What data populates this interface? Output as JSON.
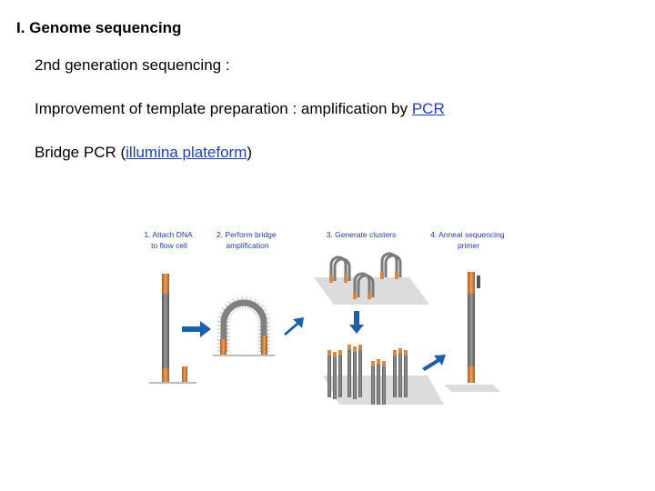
{
  "title": "I. Genome sequencing",
  "line1": "2nd generation sequencing :",
  "line2": {
    "prefix": "Improvement of template preparation : amplification by ",
    "link": "PCR"
  },
  "line3": {
    "prefix": "Bridge PCR (",
    "link": "illumina plateform",
    "suffix": ")"
  },
  "diagram": {
    "steps": [
      {
        "line1": "1. Attach DNA",
        "line2": "to flow cell"
      },
      {
        "line1": "2. Perform bridge",
        "line2": "amplification"
      },
      {
        "line1": "3. Generate clusters",
        "line2": ""
      },
      {
        "line1": "4. Anneal sequencing",
        "line2": "primer"
      }
    ],
    "colors": {
      "label": "#1f3f9f",
      "arrow": "#1f5fa8",
      "strand": "#777777",
      "adapter": "#d4884a",
      "surface": "#dcdcdc"
    }
  }
}
